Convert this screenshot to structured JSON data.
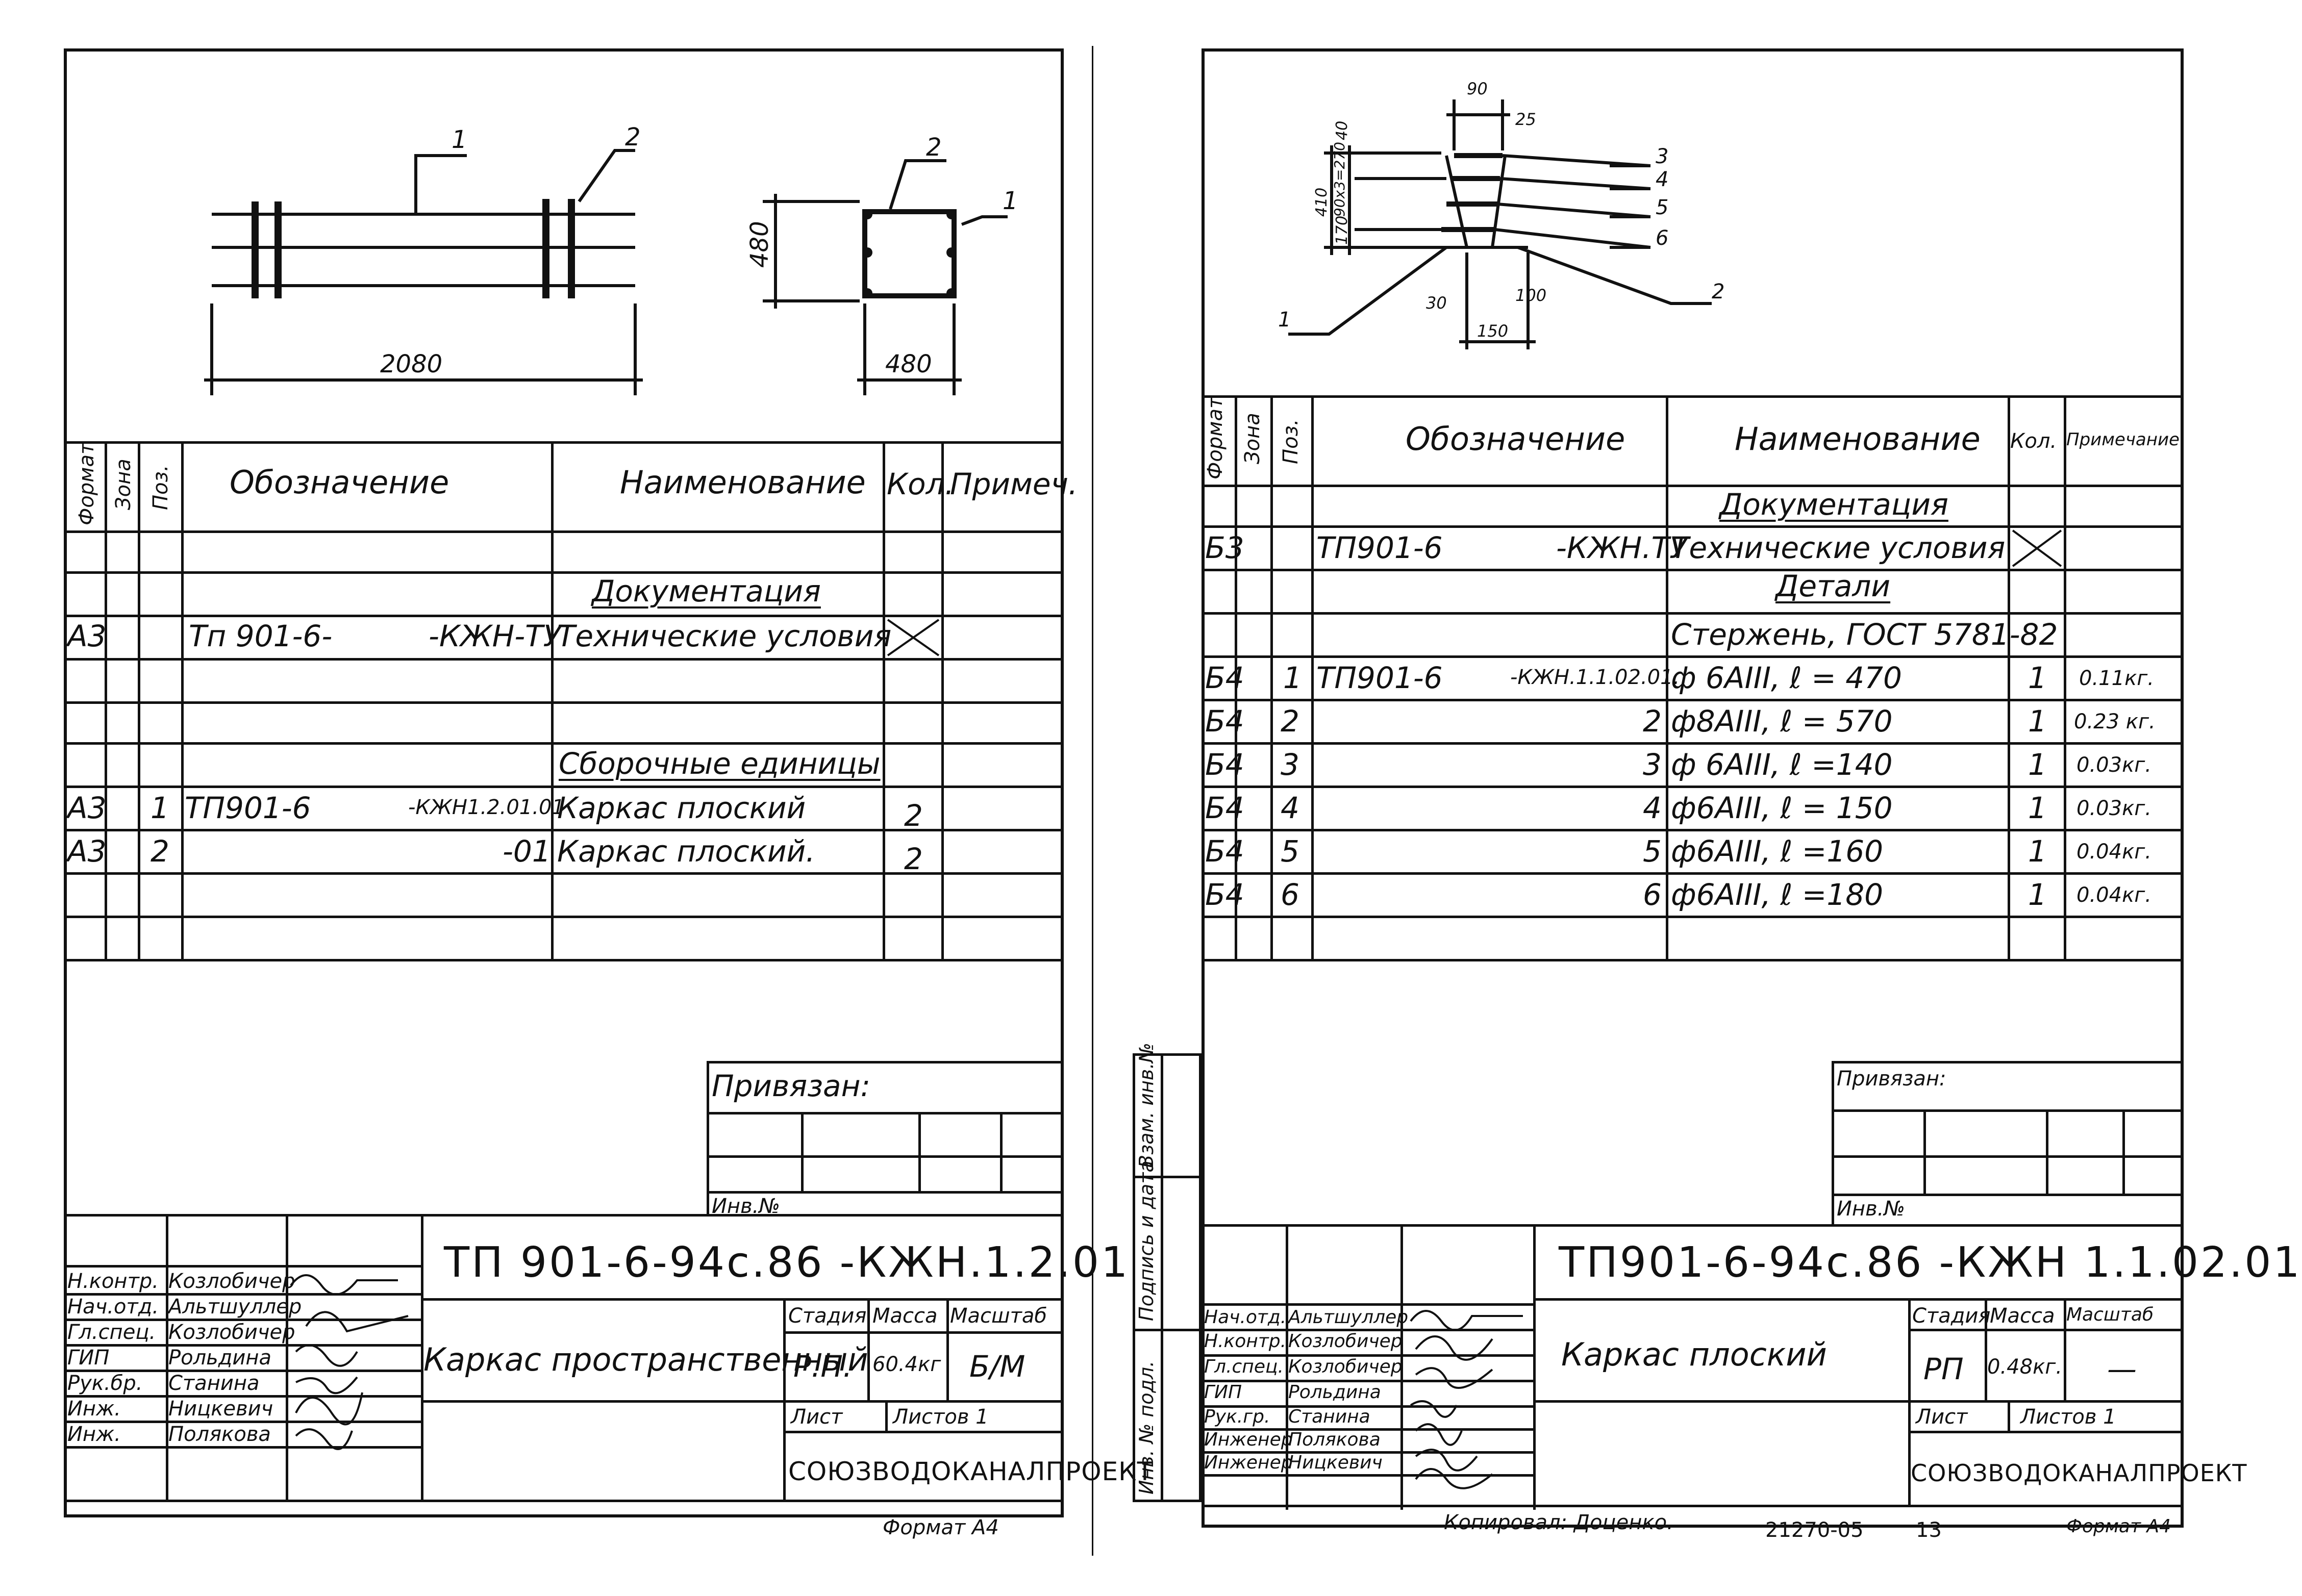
{
  "left": {
    "drawing": {
      "callouts": [
        "1",
        "2",
        "2",
        "1"
      ],
      "dims": [
        "2080",
        "480",
        "480"
      ]
    },
    "table": {
      "headers": {
        "format": "Формат",
        "zone": "Зона",
        "pos": "Поз.",
        "designation": "Обозначение",
        "name": "Наименование",
        "qty": "Кол.",
        "note": "Примеч."
      },
      "section_docs": "Документация",
      "section_units": "Сборочные единицы",
      "rows": [
        {
          "format": "А3",
          "pos": "",
          "des_a": "Тп 901-6-",
          "des_b": "-КЖН-ТУ",
          "name": "Технические условия",
          "qty": "",
          "note": ""
        },
        {
          "format": "А3",
          "pos": "1",
          "des_a": "ТП901-6",
          "des_b": "-КЖН1.2.01.01",
          "name": "Каркас плоский",
          "qty": "2",
          "note": ""
        },
        {
          "format": "А3",
          "pos": "2",
          "des_a": "",
          "des_b": "-01",
          "name": "Каркас плоский.",
          "qty": "2",
          "note": ""
        }
      ]
    },
    "stamp": {
      "privyazan": "Привязан:",
      "inv": "Инв.№",
      "code": "ТП 901-6-94с.86 -КЖН.1.2.01",
      "title": "Каркас пространственный",
      "stage_h": "Стадия",
      "mass_h": "Масса",
      "scale_h": "Масштаб",
      "stage": "Р.П.",
      "mass": "60.4кг",
      "scale": "Б/М",
      "sheet_h": "Лист",
      "sheets_h": "Листов 1",
      "org": "СОЮЗВОДОКАНАЛПРОЕКТ",
      "people": [
        {
          "role": "Н.контр.",
          "name": "Козлобичер"
        },
        {
          "role": "Нач.отд.",
          "name": "Альтшуллер"
        },
        {
          "role": "Гл.спец.",
          "name": "Козлобичер"
        },
        {
          "role": "ГИП",
          "name": "Рольдина"
        },
        {
          "role": "Рук.бр.",
          "name": "Станина"
        },
        {
          "role": "Инж.",
          "name": "Ницкевич"
        },
        {
          "role": "Инж.",
          "name": "Полякова"
        }
      ]
    },
    "format": "Формат А4"
  },
  "right": {
    "drawing": {
      "callouts": [
        "3",
        "4",
        "5",
        "6",
        "1",
        "2"
      ],
      "dims": [
        "90",
        "25",
        "40",
        "410",
        "90х3=270",
        "170",
        "30",
        "100",
        "150"
      ]
    },
    "table": {
      "headers": {
        "format": "Формат",
        "zone": "Зона",
        "pos": "Поз.",
        "designation": "Обозначение",
        "name": "Наименование",
        "qty": "Кол.",
        "note": "Примечание"
      },
      "section_docs": "Документация",
      "section_parts": "Детали",
      "rows": [
        {
          "format": "Б3",
          "pos": "",
          "des_a": "ТП901-6",
          "des_b": "-КЖН.ТУ",
          "name": "Технические условия",
          "qty": "",
          "note": ""
        },
        {
          "format": "",
          "pos": "",
          "des_a": "",
          "des_b": "",
          "name": "Стержень, ГОСТ 5781-82",
          "qty": "",
          "note": ""
        },
        {
          "format": "Б4",
          "pos": "1",
          "des_a": "ТП901-6",
          "des_b": "-КЖН.1.1.02.01.",
          "name": "ф 6АIII, ℓ = 470",
          "qty": "1",
          "note": "0.11кг."
        },
        {
          "format": "Б4",
          "pos": "2",
          "des_a": "",
          "des_b": "2",
          "name": "ф8АIII, ℓ = 570",
          "qty": "1",
          "note": "0.23 кг."
        },
        {
          "format": "Б4",
          "pos": "3",
          "des_a": "",
          "des_b": "3",
          "name": "ф 6АIII, ℓ =140",
          "qty": "1",
          "note": "0.03кг."
        },
        {
          "format": "Б4",
          "pos": "4",
          "des_a": "",
          "des_b": "4",
          "name": "ф6АIII, ℓ = 150",
          "qty": "1",
          "note": "0.03кг."
        },
        {
          "format": "Б4",
          "pos": "5",
          "des_a": "",
          "des_b": "5",
          "name": "ф6АIII, ℓ =160",
          "qty": "1",
          "note": "0.04кг."
        },
        {
          "format": "Б4",
          "pos": "6",
          "des_a": "",
          "des_b": "6",
          "name": "ф6АIII, ℓ =180",
          "qty": "1",
          "note": "0.04кг."
        }
      ]
    },
    "stamp": {
      "privyazan": "Привязан:",
      "inv": "Инв.№",
      "code": "ТП901-6-94с.86 -КЖН 1.1.02.01",
      "title": "Каркас плоский",
      "stage_h": "Стадия",
      "mass_h": "Масса",
      "scale_h": "Масштаб",
      "stage": "РП",
      "mass": "0.48кг.",
      "scale": "—",
      "sheet_h": "Лист",
      "sheets_h": "Листов 1",
      "org": "СОЮЗВОДОКАНАЛПРОЕКТ",
      "people": [
        {
          "role": "Нач.отд.",
          "name": "Альтшуллер"
        },
        {
          "role": "Н.контр.",
          "name": "Козлобичер"
        },
        {
          "role": "Гл.спец.",
          "name": "Козлобичер"
        },
        {
          "role": "ГИП",
          "name": "Рольдина"
        },
        {
          "role": "Рук.гр.",
          "name": "Станина"
        },
        {
          "role": "Инженер",
          "name": "Полякова"
        },
        {
          "role": "Инженер",
          "name": "Ницкевич"
        }
      ],
      "side_labels": [
        "Инв. № подл.",
        "Подпись и дата",
        "Взам. инв.№"
      ]
    },
    "copied": "Копировал: Доценко.",
    "number": "21270-05",
    "page": "13",
    "format": "Формат А4"
  }
}
